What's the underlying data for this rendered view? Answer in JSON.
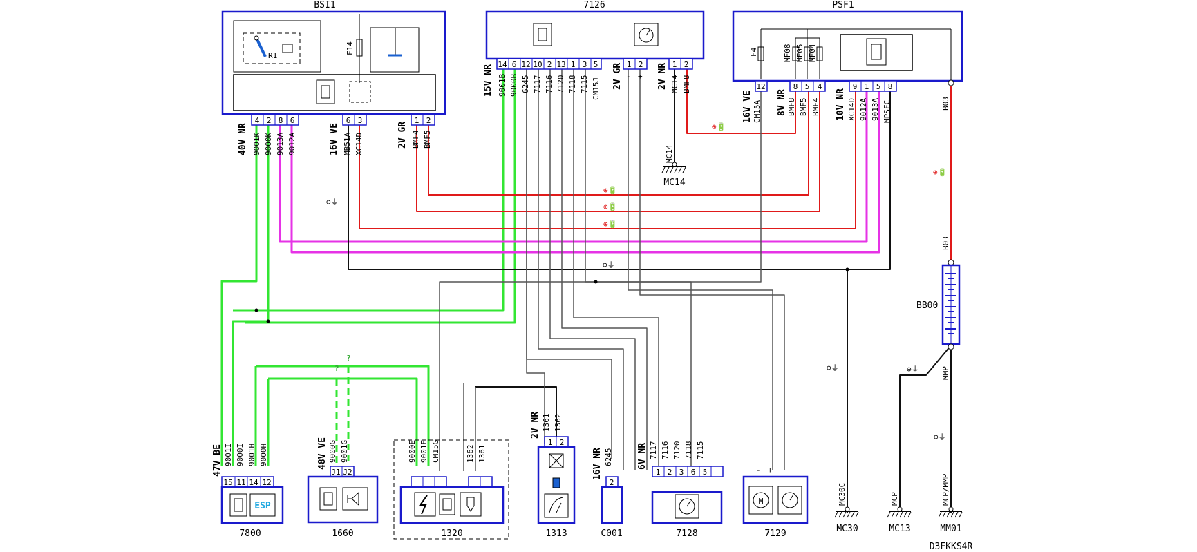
{
  "diagram": {
    "code": "D3FKKS4R",
    "components": {
      "bsi1": {
        "name": "BSI1",
        "fuse": "F14",
        "relay": "R1"
      },
      "c7126": {
        "name": "7126"
      },
      "psf1": {
        "name": "PSF1",
        "fuses": [
          "F4",
          "MF08",
          "MF05",
          "MF04"
        ]
      },
      "c7800": {
        "name": "7800",
        "badge": "ESP"
      },
      "c1660": {
        "name": "1660"
      },
      "c1320": {
        "name": "1320"
      },
      "c1313": {
        "name": "1313"
      },
      "c001": {
        "name": "C001"
      },
      "c7128": {
        "name": "7128"
      },
      "c7129": {
        "name": "7129"
      },
      "mc30": {
        "name": "MC30",
        "wire": "MC30C"
      },
      "mc13": {
        "name": "MC13",
        "wire": "MCP"
      },
      "mm01": {
        "name": "MM01",
        "wire": "MCP/MMP"
      },
      "mc14": {
        "name": "MC14",
        "wire": "MC14"
      },
      "bb00": {
        "name": "BB00",
        "wire_top": "B03",
        "wire_mid": "B03",
        "wire_bottom": "MMP"
      }
    },
    "connectors": {
      "bsi_a": {
        "spec": "40V NR",
        "pins": [
          "4",
          "2",
          "8",
          "6"
        ],
        "wires": [
          "9001K",
          "9000K",
          "9013A",
          "9012A"
        ]
      },
      "bsi_b": {
        "spec": "16V VE",
        "pins": [
          "6",
          "3"
        ],
        "wires": [
          "MB51A",
          "XC14D"
        ]
      },
      "bsi_c": {
        "spec": "2V GR",
        "pins": [
          "1",
          "2"
        ],
        "wires": [
          "BMF4",
          "BMF5"
        ]
      },
      "k7126_a": {
        "spec": "15V NR",
        "pins": [
          "14",
          "6",
          "12",
          "10",
          "2",
          "13",
          "1",
          "3",
          "5"
        ],
        "wires": [
          "9001B",
          "9000B",
          "6245",
          "7117",
          "7116",
          "7120",
          "7118",
          "7115",
          "CM15J"
        ]
      },
      "k7126_b": {
        "spec": "2V GR",
        "pins": [
          "1",
          "2"
        ],
        "signs": [
          "-",
          "+"
        ]
      },
      "k7126_c": {
        "spec": "2V NR",
        "pins": [
          "1",
          "2"
        ],
        "wires": [
          "MC14",
          "BMF8"
        ]
      },
      "psf_a": {
        "spec": "16V VE",
        "pins": [
          "12"
        ],
        "wires": [
          "CM15A"
        ]
      },
      "psf_b": {
        "spec": "8V NR",
        "pins": [
          "8",
          "5",
          "4"
        ],
        "wires": [
          "BMF8",
          "BMF5",
          "BMF4"
        ]
      },
      "psf_c": {
        "spec": "10V NR",
        "pins": [
          "9",
          "1",
          "5",
          "8"
        ],
        "wires": [
          "XC14D",
          "9012A",
          "9013A",
          "MPSFC"
        ]
      },
      "k7800": {
        "spec": "47V BE",
        "pins": [
          "15",
          "11",
          "14",
          "12"
        ],
        "wires": [
          "9001I",
          "9000I",
          "9001H",
          "9000H"
        ]
      },
      "k1660": {
        "spec": "48V VE",
        "pins": [
          "J1",
          "J2"
        ],
        "wires": [
          "9000G",
          "9001G"
        ]
      },
      "k1320": {
        "pins": [
          "",
          "",
          "",
          "",
          ""
        ],
        "wires": [
          "9000E",
          "9001E",
          "CM15G",
          "1362",
          "1361"
        ]
      },
      "k1313": {
        "spec": "2V NR",
        "pins": [
          "1",
          "2"
        ],
        "wires": [
          "1361",
          "1362"
        ]
      },
      "kc001": {
        "spec": "16V NR",
        "pins": [
          "2"
        ],
        "wires": [
          "6245"
        ]
      },
      "k7128": {
        "spec": "6V NR",
        "pins": [
          "1",
          "2",
          "3",
          "6",
          "5"
        ],
        "wires": [
          "7117",
          "7116",
          "7120",
          "7118",
          "7115"
        ]
      },
      "k7129": {
        "signs": [
          "-",
          "+"
        ]
      }
    },
    "symbols": {
      "ground": "⊖⏚",
      "plus_batt": "⊕🔋",
      "question": "?"
    },
    "colors": {
      "frame": "#1a1acc",
      "green": "#33e633",
      "magenta": "#e633e6",
      "red": "#e01a1a",
      "black": "#000000",
      "gray": "#555555",
      "esp": "#20a8e0"
    }
  }
}
